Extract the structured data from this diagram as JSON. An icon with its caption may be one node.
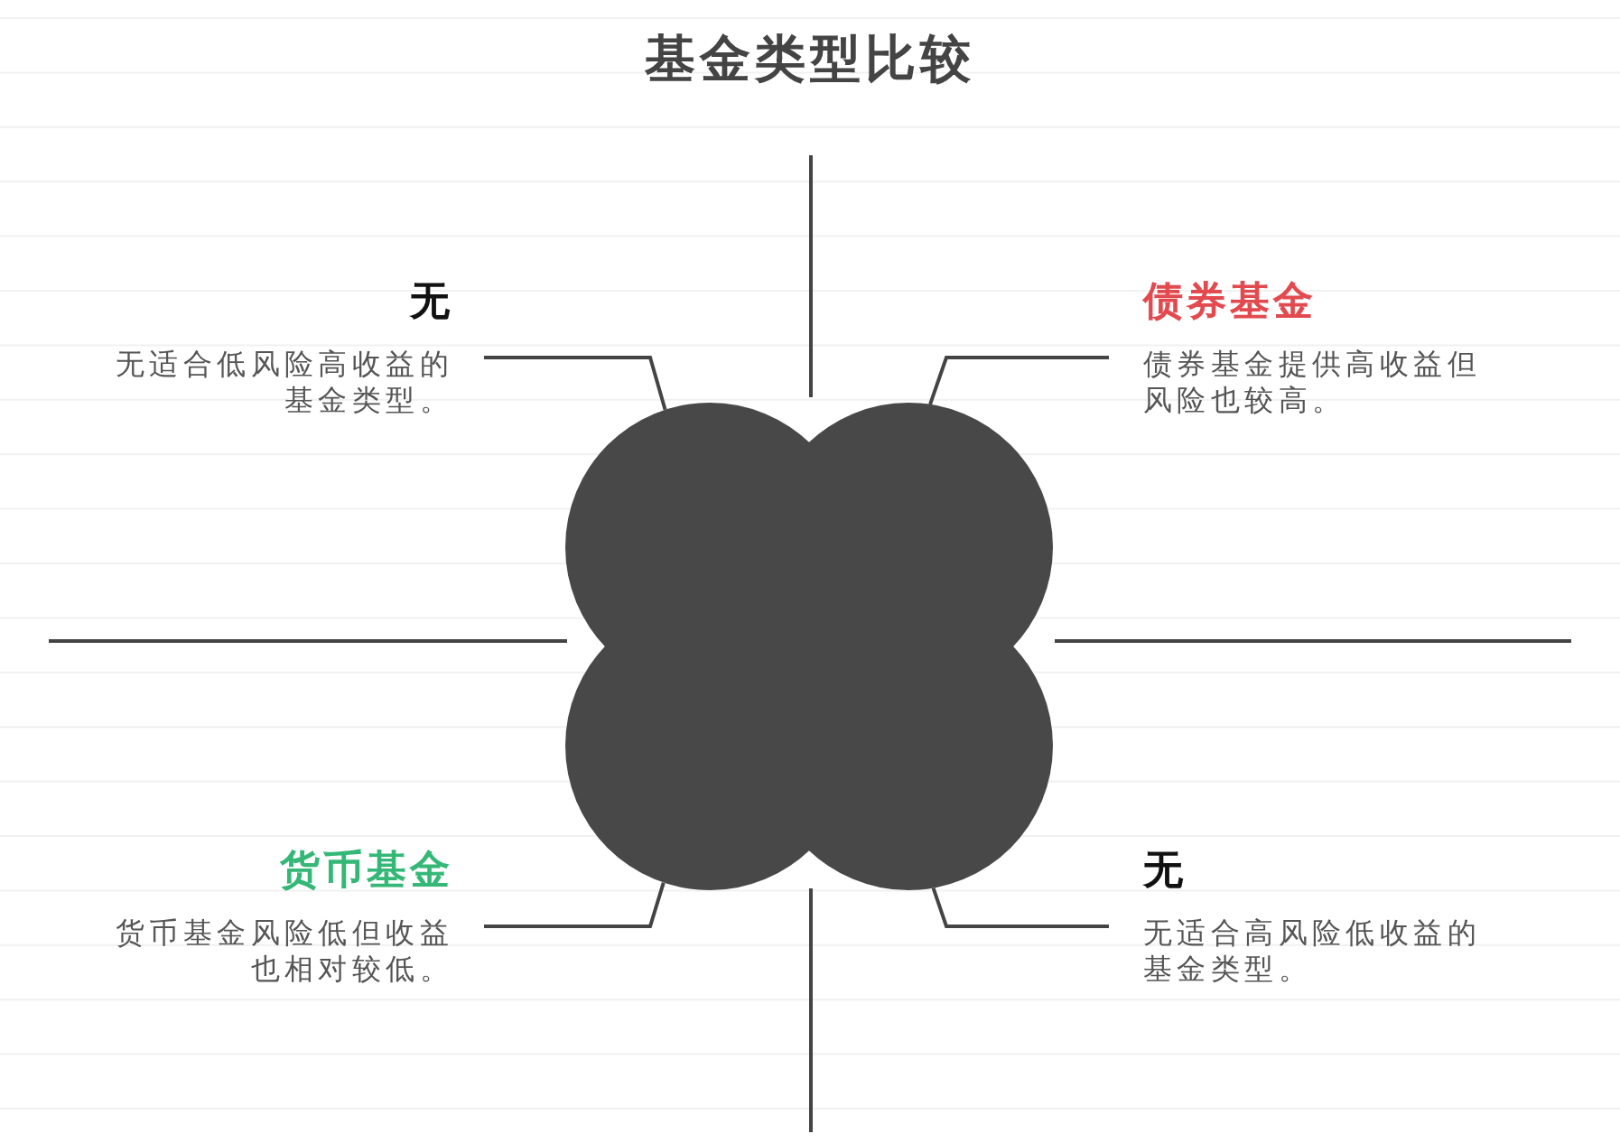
{
  "diagram": {
    "title": "基金类型比较",
    "nodes": [
      {
        "text": [
          "无",
          "无适合低风险高收益的基金类型。"
        ]
      },
      {
        "text": [
          "债券基金",
          "债券基金提供高收益但风险也较高。"
        ]
      },
      {
        "text": [],
        "shape": "circle"
      },
      {
        "text": [],
        "shape": "circle"
      },
      {
        "text": [],
        "shape": "circle"
      },
      {
        "text": [],
        "shape": "circle"
      },
      {
        "text": [
          "货币基金",
          "货币基金风险低但收益也相对较低。"
        ]
      },
      {
        "text": [
          "无",
          "无适合高风险低收益的基金类型。"
        ]
      }
    ],
    "edges": [
      {
        "from": 0,
        "to": 2,
        "arrow": "none"
      },
      {
        "from": 1,
        "to": 3,
        "arrow": "none"
      },
      {
        "from": 6,
        "to": 4,
        "arrow": "none"
      },
      {
        "from": 7,
        "to": 5,
        "arrow": "none"
      }
    ]
  }
}
